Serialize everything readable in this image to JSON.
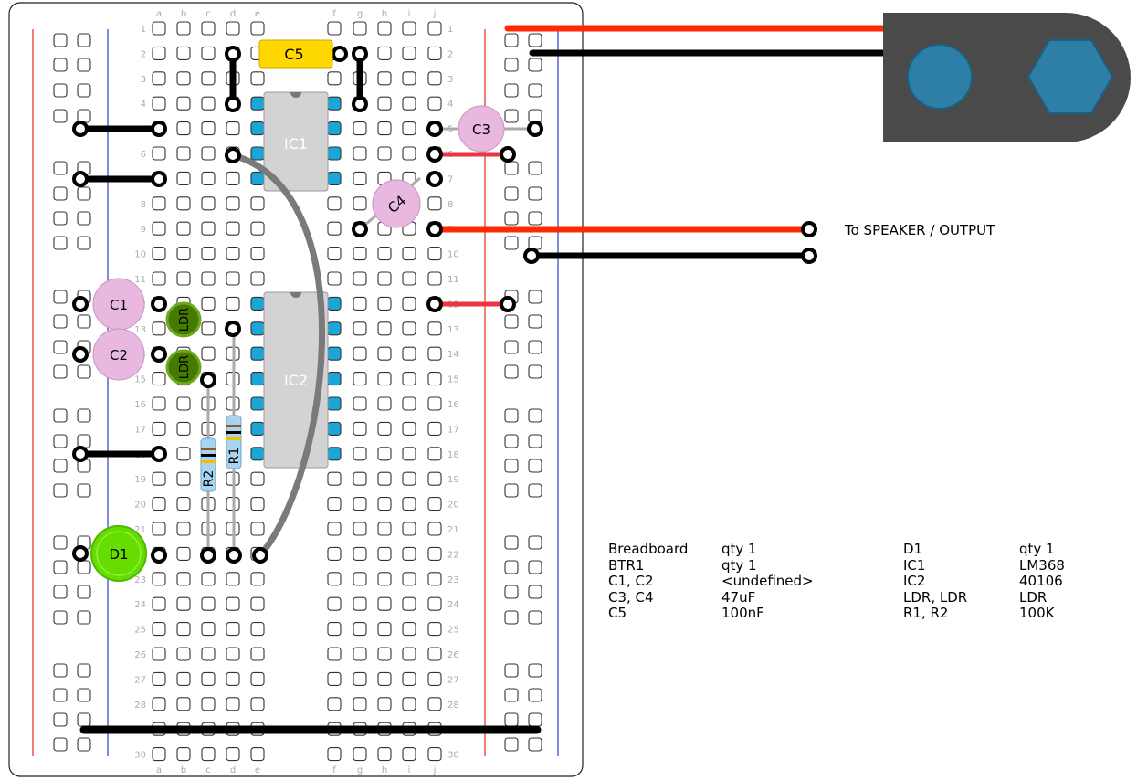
{
  "breadboard": {
    "columns_left": [
      "a",
      "b",
      "c",
      "d",
      "e"
    ],
    "columns_right": [
      "f",
      "g",
      "h",
      "i",
      "j"
    ],
    "row_count": 30
  },
  "components": {
    "c1": "C1",
    "c2": "C2",
    "c3": "C3",
    "c4": "C4",
    "c5": "C5",
    "ic1": "IC1",
    "ic2": "IC2",
    "r1": "R1",
    "r2": "R2",
    "ldr1": "LDR",
    "ldr2": "LDR",
    "d1": "D1"
  },
  "output_label": "To SPEAKER / OUTPUT",
  "bom": {
    "left": [
      {
        "part": "Breadboard",
        "value": "qty 1"
      },
      {
        "part": "BTR1",
        "value": "qty 1"
      },
      {
        "part": "C1, C2",
        "value": "<undefined>"
      },
      {
        "part": "C3, C4",
        "value": "47uF"
      },
      {
        "part": "C5",
        "value": "100nF"
      }
    ],
    "right": [
      {
        "part": "D1",
        "value": "qty 1"
      },
      {
        "part": "IC1",
        "value": "LM368"
      },
      {
        "part": "IC2",
        "value": "40106"
      },
      {
        "part": "LDR, LDR",
        "value": "LDR"
      },
      {
        "part": "R1, R2",
        "value": "100K"
      }
    ]
  },
  "colors": {
    "wire_black": "#000000",
    "wire_red": "#ff2a00",
    "wire_pink": "#ee3344",
    "wire_gray": "#7a7a7a",
    "capacitor_fill": "#e8b8e0",
    "led_green": "#66dd00",
    "ldr_fill": "#447a00",
    "ceramic_cap_fill": "#ffd800",
    "ic_fill": "#d3d3d3",
    "battery_body": "#4a4a4a",
    "terminal_blue": "#2e7fa8",
    "rail_red": "#e03c2c",
    "rail_blue": "#3b4fd8",
    "pin_highlight": "#1aa6d8"
  }
}
